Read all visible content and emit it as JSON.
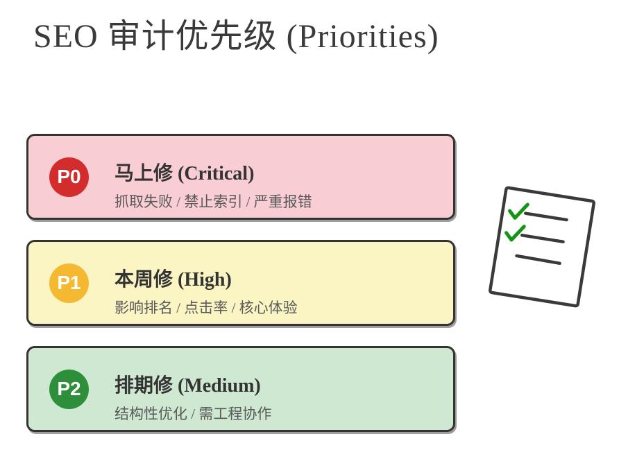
{
  "title": "SEO 审计优先级 (Priorities)",
  "cards": [
    {
      "badge": "P0",
      "badge_bg": "#d32c2c",
      "bg": "#f9cdd4",
      "title": "马上修 (Critical)",
      "subtitle": "抓取失败 / 禁止索引 / 严重报错"
    },
    {
      "badge": "P1",
      "badge_bg": "#f5b831",
      "bg": "#fbf5c4",
      "title": "本周修 (High)",
      "subtitle": "影响排名 / 点击率 / 核心体验"
    },
    {
      "badge": "P2",
      "badge_bg": "#2e8f3a",
      "bg": "#cfe8d2",
      "title": "排期修 (Medium)",
      "subtitle": "结构性优化 / 需工程协作"
    }
  ],
  "checklist_icon": {
    "rows": 3,
    "checked_rows": 2,
    "check_color": "#149414",
    "line_color": "#3a3a3a",
    "paper_color": "#ffffff"
  },
  "colors": {
    "background": "#ffffff",
    "card_border": "#333333",
    "title_text": "#3a3a3a",
    "card_title_text": "#333333",
    "subtitle_text": "#595959",
    "badge_text": "#ffffff"
  }
}
